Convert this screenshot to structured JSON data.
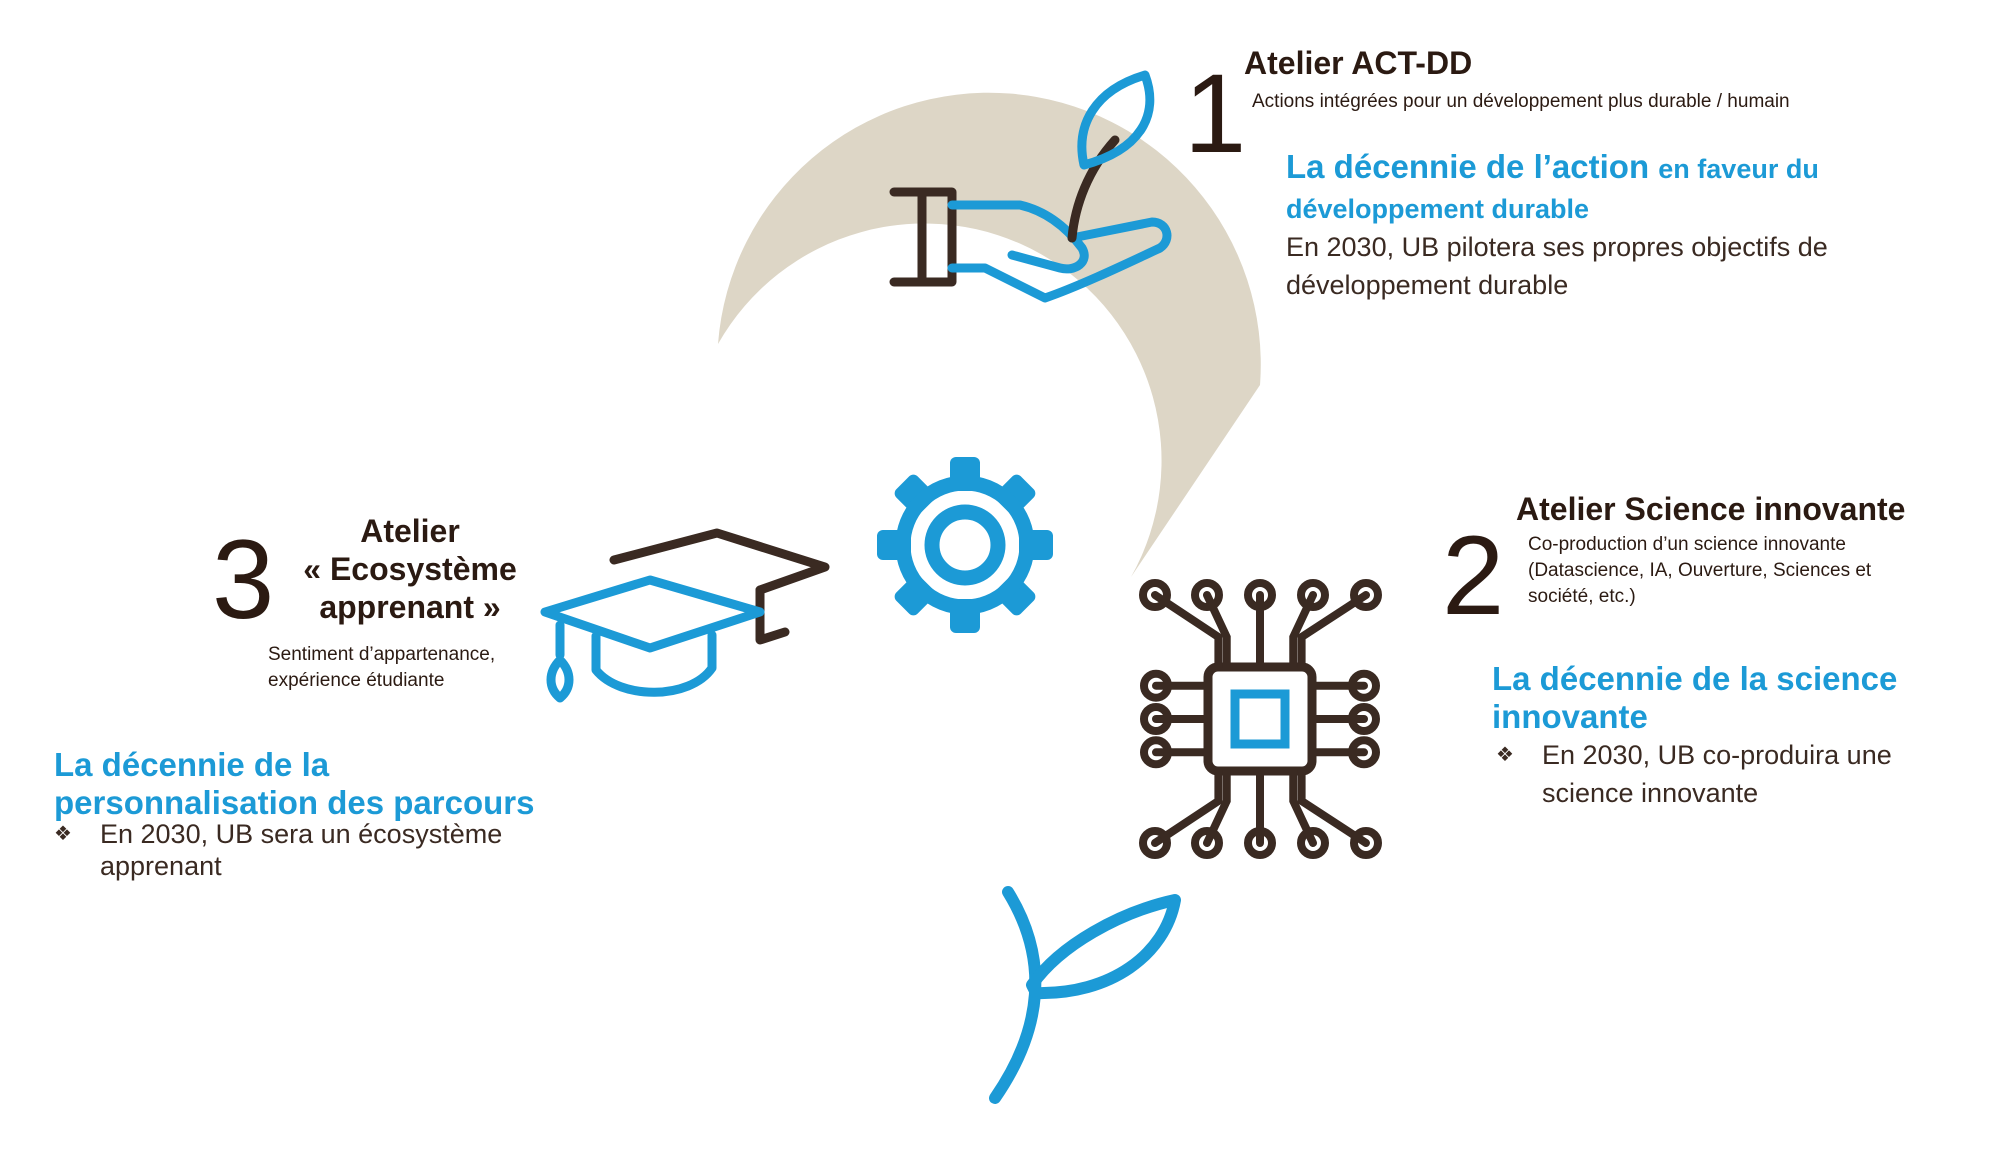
{
  "colors": {
    "petal_top": "#ddd6c6",
    "petal_right": "#85ccee",
    "petal_left": "#c1e4f6",
    "icon_blue": "#1c9ad6",
    "icon_dark": "#3a2a22",
    "heading_blue": "#1c9ad6"
  },
  "icons": {
    "top": "hand-with-sprout-icon",
    "right": "circuit-chip-icon",
    "left": "graduation-cap-icon",
    "center": "gear-icon",
    "bottom": "sprout-stem-icon"
  },
  "workshop1": {
    "number": "1",
    "title": "Atelier ACT-DD",
    "subtitle": "Actions intégrées pour un développement plus durable / humain",
    "heading_main": "La décennie de l’action",
    "heading_rest_1": "en faveur du",
    "heading_rest_2": "développement durable",
    "body_1": "En 2030, UB pilotera ses propres objectifs de",
    "body_2": "développement durable"
  },
  "workshop2": {
    "number": "2",
    "title": "Atelier Science innovante",
    "subtitle_1": "Co-production d’un science innovante",
    "subtitle_2": "(Datascience, IA, Ouverture, Sciences et",
    "subtitle_3": "société, etc.)",
    "heading_1": "La décennie de la science",
    "heading_2": "innovante",
    "bullet": "❖",
    "body_1": "En 2030, UB co-produira une",
    "body_2": "science innovante"
  },
  "workshop3": {
    "number": "3",
    "title_1": "Atelier",
    "title_2": "« Ecosystème",
    "title_3": "apprenant »",
    "subtitle_1": "Sentiment d’appartenance,",
    "subtitle_2": "expérience étudiante",
    "heading_1": "La décennie de la",
    "heading_2": "personnalisation des parcours",
    "bullet": "❖",
    "body_1": "En 2030, UB sera un écosystème",
    "body_2": "apprenant"
  }
}
